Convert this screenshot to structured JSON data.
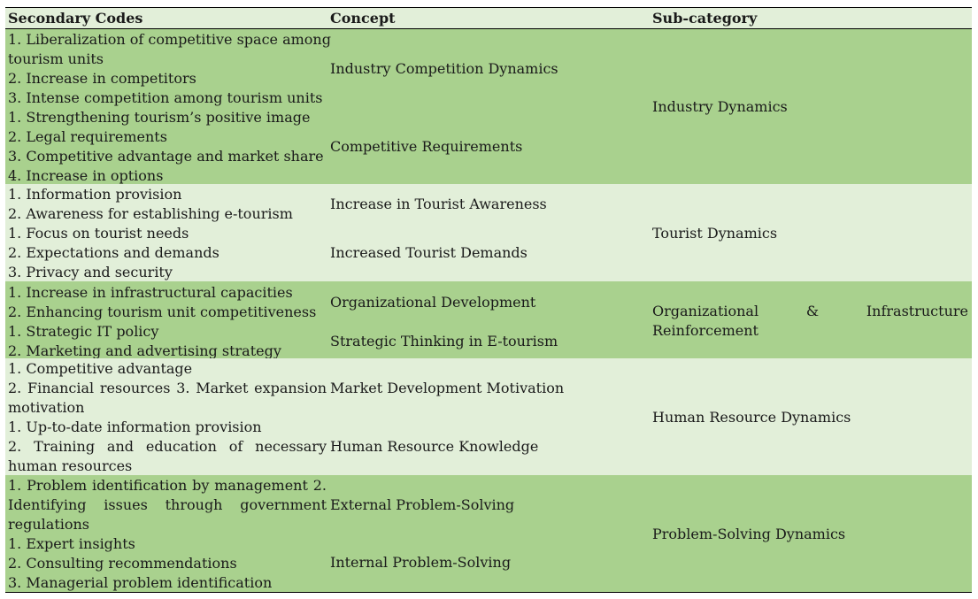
{
  "headers": [
    "Secondary Codes",
    "Concept",
    "Sub-category"
  ],
  "groups": [
    {
      "sub_category": "Industry Dynamics",
      "concepts": [
        {
          "concept": "Industry Competition Dynamics",
          "codes": [
            "1. Liberalization of competitive space among",
            "tourism units",
            "2. Increase in competitors",
            "3. Intense competition among tourism units"
          ]
        },
        {
          "concept": "Competitive Requirements",
          "codes": [
            "1. Strengthening tourism’s positive image",
            "2. Legal requirements",
            "3. Competitive advantage and market share",
            "4. Increase in options"
          ]
        }
      ]
    },
    {
      "sub_category": "Tourist Dynamics",
      "concepts": [
        {
          "concept": "Increase in Tourist Awareness",
          "codes": [
            "1. Information provision",
            "2. Awareness for establishing e-tourism"
          ]
        },
        {
          "concept": "Increased Tourist Demands",
          "codes": [
            "1. Focus on tourist needs",
            "2. Expectations and demands",
            "3. Privacy and security"
          ]
        }
      ]
    },
    {
      "sub_category_lines": [
        "Organizational & Infrastructure",
        "Reinforcement"
      ],
      "concepts": [
        {
          "concept": "Organizational Development",
          "codes": [
            "1. Increase in infrastructural capacities",
            "2. Enhancing tourism unit competitiveness"
          ]
        },
        {
          "concept": "Strategic Thinking in E-tourism",
          "codes": [
            "1. Strategic IT policy",
            "2. Marketing and advertising strategy"
          ]
        }
      ]
    },
    {
      "sub_category": "Human Resource Dynamics",
      "concepts": [
        {
          "concept": "Market Development Motivation",
          "codes": [
            "1. Competitive advantage",
            "2. Financial resources 3. Market expansion",
            "motivation"
          ]
        },
        {
          "concept": "Human Resource Knowledge",
          "codes": [
            "1. Up-to-date information provision",
            "2. Training and education of necessary",
            "human resources"
          ]
        }
      ]
    },
    {
      "sub_category": "Problem-Solving Dynamics",
      "concepts": [
        {
          "concept": "External Problem-Solving",
          "codes": [
            "1. Problem identification by management 2.",
            "Identifying issues through government",
            "regulations"
          ]
        },
        {
          "concept": "Internal Problem-Solving",
          "codes": [
            "1. Expert insights",
            "2. Consulting recommendations",
            "3. Managerial problem identification"
          ]
        }
      ]
    }
  ]
}
